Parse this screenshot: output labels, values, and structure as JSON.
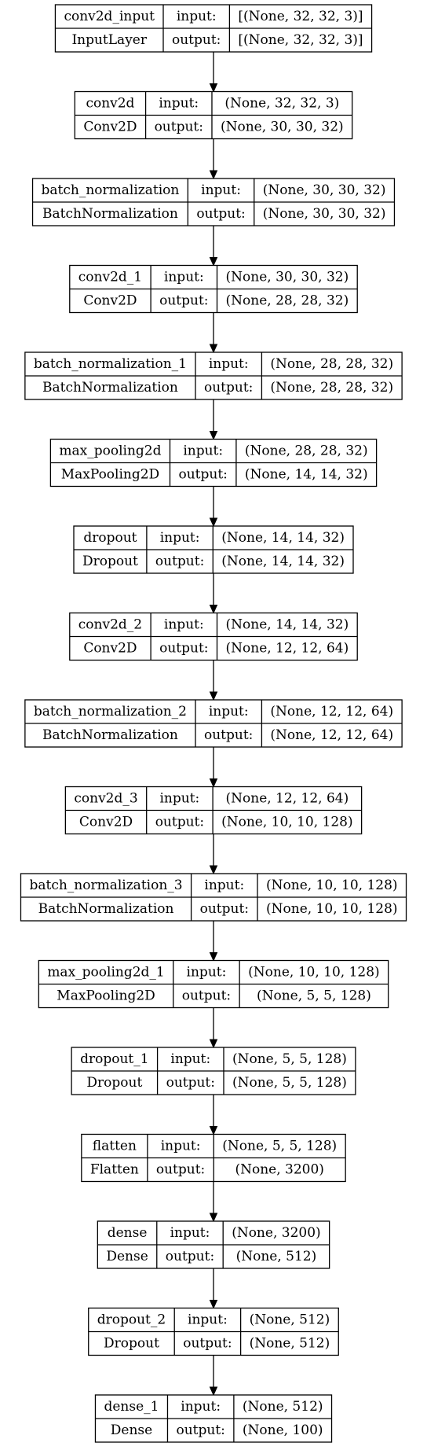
{
  "diagram": {
    "input_label": "input:",
    "output_label": "output:",
    "layers": [
      {
        "name": "conv2d_input",
        "type": "InputLayer",
        "input": "[(None, 32, 32, 3)]",
        "output": "[(None, 32, 32, 3)]"
      },
      {
        "name": "conv2d",
        "type": "Conv2D",
        "input": "(None, 32, 32, 3)",
        "output": "(None, 30, 30, 32)"
      },
      {
        "name": "batch_normalization",
        "type": "BatchNormalization",
        "input": "(None, 30, 30, 32)",
        "output": "(None, 30, 30, 32)"
      },
      {
        "name": "conv2d_1",
        "type": "Conv2D",
        "input": "(None, 30, 30, 32)",
        "output": "(None, 28, 28, 32)"
      },
      {
        "name": "batch_normalization_1",
        "type": "BatchNormalization",
        "input": "(None, 28, 28, 32)",
        "output": "(None, 28, 28, 32)"
      },
      {
        "name": "max_pooling2d",
        "type": "MaxPooling2D",
        "input": "(None, 28, 28, 32)",
        "output": "(None, 14, 14, 32)"
      },
      {
        "name": "dropout",
        "type": "Dropout",
        "input": "(None, 14, 14, 32)",
        "output": "(None, 14, 14, 32)"
      },
      {
        "name": "conv2d_2",
        "type": "Conv2D",
        "input": "(None, 14, 14, 32)",
        "output": "(None, 12, 12, 64)"
      },
      {
        "name": "batch_normalization_2",
        "type": "BatchNormalization",
        "input": "(None, 12, 12, 64)",
        "output": "(None, 12, 12, 64)"
      },
      {
        "name": "conv2d_3",
        "type": "Conv2D",
        "input": "(None, 12, 12, 64)",
        "output": "(None, 10, 10, 128)"
      },
      {
        "name": "batch_normalization_3",
        "type": "BatchNormalization",
        "input": "(None, 10, 10, 128)",
        "output": "(None, 10, 10, 128)"
      },
      {
        "name": "max_pooling2d_1",
        "type": "MaxPooling2D",
        "input": "(None, 10, 10, 128)",
        "output": "(None, 5, 5, 128)"
      },
      {
        "name": "dropout_1",
        "type": "Dropout",
        "input": "(None, 5, 5, 128)",
        "output": "(None, 5, 5, 128)"
      },
      {
        "name": "flatten",
        "type": "Flatten",
        "input": "(None, 5, 5, 128)",
        "output": "(None, 3200)"
      },
      {
        "name": "dense",
        "type": "Dense",
        "input": "(None, 3200)",
        "output": "(None, 512)"
      },
      {
        "name": "dropout_2",
        "type": "Dropout",
        "input": "(None, 512)",
        "output": "(None, 512)"
      },
      {
        "name": "dense_1",
        "type": "Dense",
        "input": "(None, 512)",
        "output": "(None, 100)"
      }
    ]
  }
}
